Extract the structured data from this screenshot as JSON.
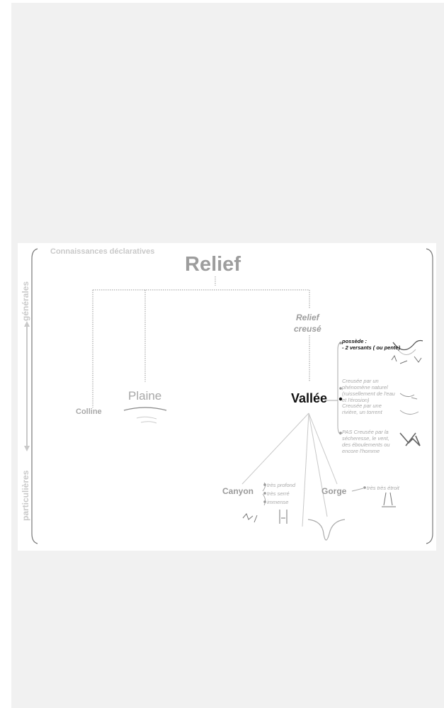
{
  "diagram": {
    "title": "Connaissances déclaratives",
    "root": "Relief",
    "relief_creuse": [
      "Relief",
      "creusé"
    ],
    "plaine": "Plaine",
    "colline": "Colline",
    "vallee": "Vallée",
    "canyon": "Canyon",
    "gorge": "Gorge",
    "axis_top": "générales",
    "axis_bottom": "particulières",
    "vallee_notes": {
      "possede": "possède :",
      "versants": "- 2 versants ( ou pente)",
      "creusee_naturel": "Creusée par un phénomène naturel (ruissellement de l'eau et l'érosion)",
      "creusee_riviere": "Creusée par une rivière, un torrent",
      "pas_creusee": "PAS Creusée par la sécheresse, le vent, des éboulements ou encore l'homme"
    },
    "canyon_notes": [
      "très profond",
      "très serré",
      "immense"
    ],
    "gorge_notes": [
      "très très étroit"
    ]
  }
}
